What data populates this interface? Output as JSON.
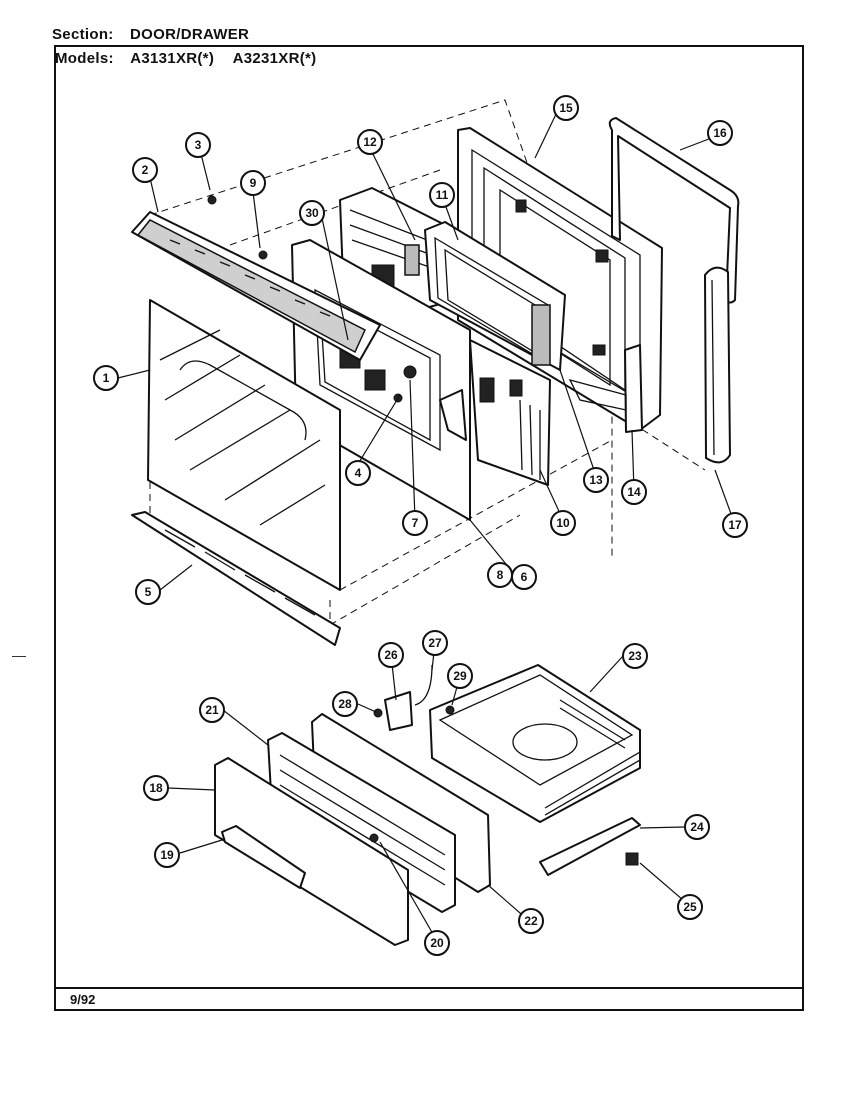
{
  "header": {
    "section_label": "Section:",
    "section_value": "DOOR/DRAWER",
    "models_label": "Models:",
    "model_1": "A3131XR(*)",
    "model_2": "A3231XR(*)"
  },
  "footer": {
    "date": "9/92"
  },
  "callouts": [
    "1",
    "2",
    "3",
    "4",
    "5",
    "6",
    "7",
    "8",
    "9",
    "10",
    "11",
    "12",
    "13",
    "14",
    "15",
    "16",
    "17",
    "18",
    "19",
    "20",
    "21",
    "22",
    "23",
    "24",
    "25",
    "26",
    "27",
    "28",
    "29",
    "30"
  ]
}
